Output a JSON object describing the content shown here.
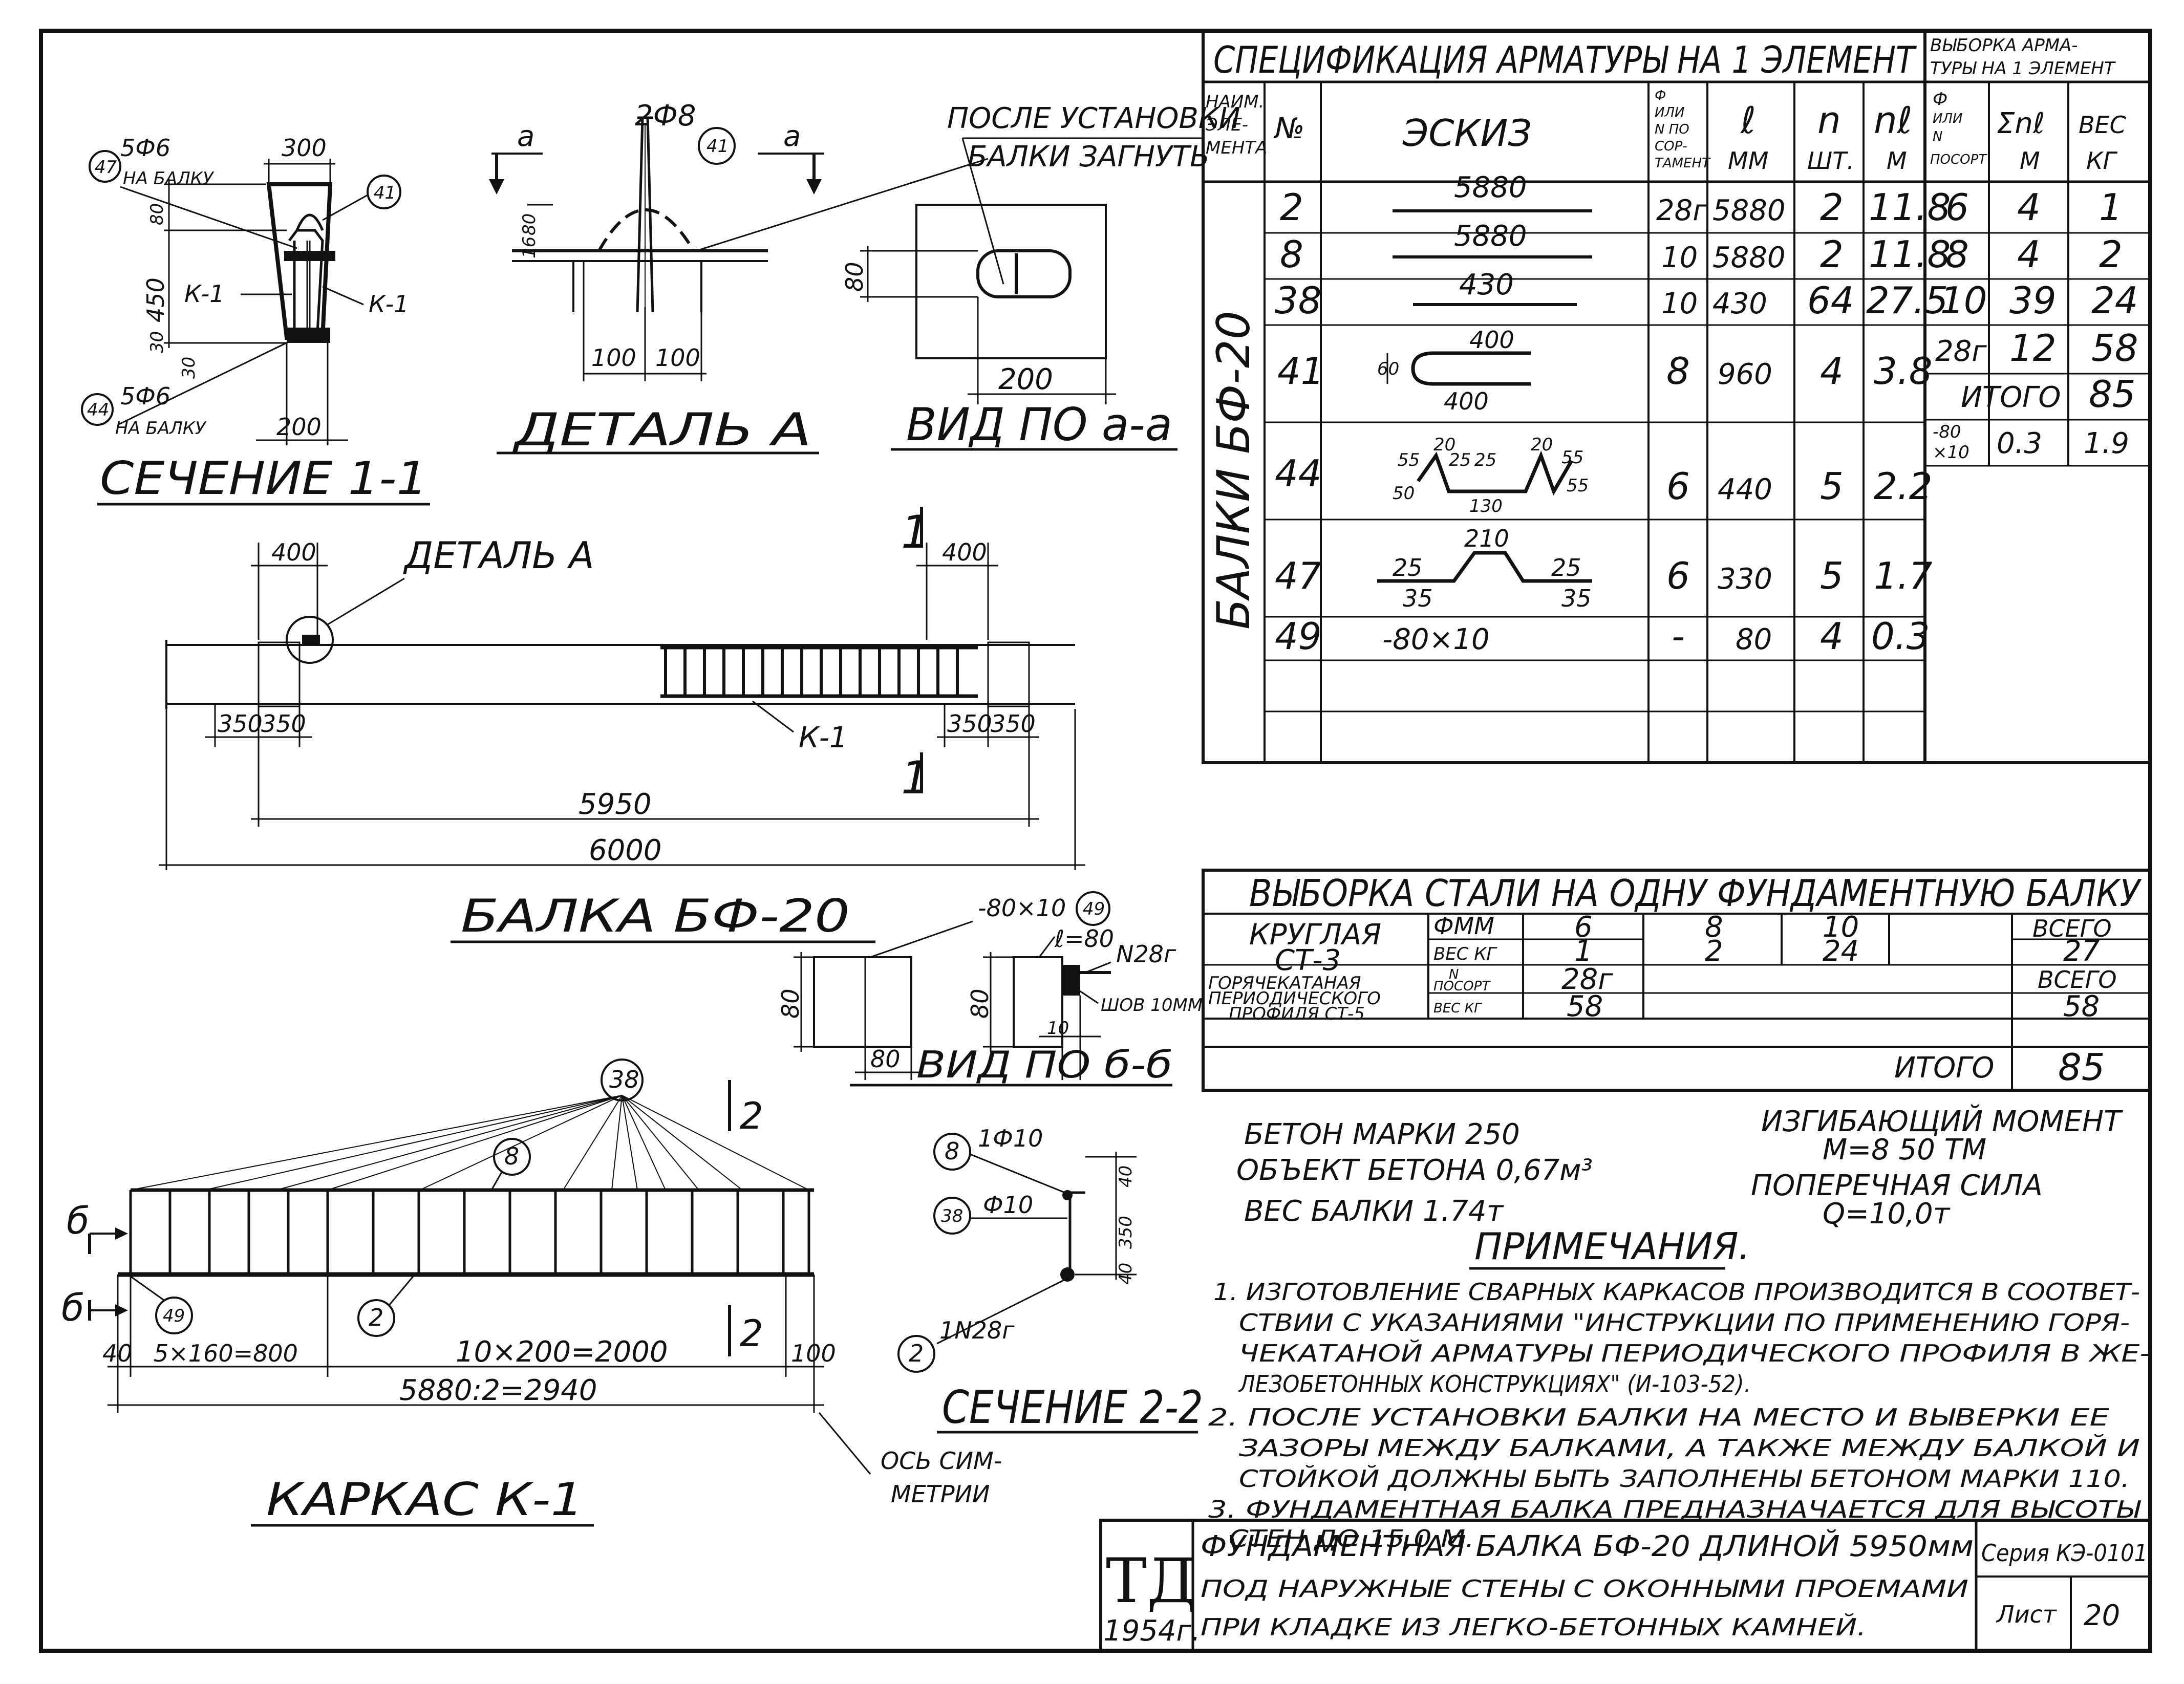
{
  "title_block": {
    "logo": "ТД",
    "year": "1954г.",
    "title_line1": "ФУНДАМЕНТНАЯ БАЛКА БФ-20 ДЛИНОЙ 5950мм",
    "title_line2": "ПОД НАРУЖНЫЕ СТЕНЫ С ОКОННЫМИ ПРОЕМАМИ",
    "title_line3": "ПРИ КЛАДКЕ ИЗ ЛЕГКО-БЕТОННЫХ КАМНЕЙ.",
    "series_label": "Серия КЭ-0101",
    "sheet_label": "Лист",
    "sheet_number": "20"
  },
  "spec_table": {
    "title": "СПЕЦИФИКАЦИЯ АРМАТУРЫ НА 1 ЭЛЕМЕНТ",
    "headers": {
      "element": [
        "НАИМ.",
        "ЭЛЕ-",
        "МЕНТА"
      ],
      "number": "№",
      "sketch": "ЭСКИЗ",
      "diameter": [
        "Ф",
        "ИЛИ",
        "N ПО",
        "СОР-",
        "ТАМЕНТ"
      ],
      "length": [
        "ℓ",
        "ММ"
      ],
      "count": [
        "n",
        "ШТ."
      ],
      "total_length": [
        "nℓ",
        "М"
      ]
    },
    "element_name": "БАЛКИ БФ-20",
    "rows": [
      {
        "no": "2",
        "sketch": "5880",
        "dia": "28г",
        "len": "5880",
        "n": "2",
        "nl": "11.8"
      },
      {
        "no": "8",
        "sketch": "5880",
        "dia": "10",
        "len": "5880",
        "n": "2",
        "nl": "11.8"
      },
      {
        "no": "38",
        "sketch": "430",
        "dia": "10",
        "len": "430",
        "n": "64",
        "nl": "27.5"
      },
      {
        "no": "41",
        "sketch": "60 400 400",
        "dia": "8",
        "len": "960",
        "n": "4",
        "nl": "3.8"
      },
      {
        "no": "44",
        "sketch": "55 20 25 25 20 55 50 130 55",
        "dia": "6",
        "len": "440",
        "n": "5",
        "nl": "2.2"
      },
      {
        "no": "47",
        "sketch": "210 25 25 35 35",
        "dia": "6",
        "len": "330",
        "n": "5",
        "nl": "1.7"
      },
      {
        "no": "49",
        "sketch": "-80×10",
        "dia": "-",
        "len": "80",
        "n": "4",
        "nl": "0.3"
      }
    ]
  },
  "selection_table": {
    "title": [
      "ВЫБОРКА АРМА-",
      "ТУРЫ НА 1 ЭЛЕМЕНТ"
    ],
    "headers": {
      "dia": [
        "Ф",
        "ИЛИ",
        "N",
        "ПОСОРТ"
      ],
      "sum": [
        "Σnℓ",
        "М"
      ],
      "weight": [
        "ВЕС",
        "КГ"
      ]
    },
    "rows": [
      {
        "dia": "6",
        "sum": "4",
        "weight": "1"
      },
      {
        "dia": "8",
        "sum": "4",
        "weight": "2"
      },
      {
        "dia": "10",
        "sum": "39",
        "weight": "24"
      },
      {
        "dia": "28г",
        "sum": "12",
        "weight": "58"
      }
    ],
    "total_label": "ИТОГО",
    "total": "85",
    "plate_dia": [
      "-80",
      "×10"
    ],
    "plate_sum": "0.3",
    "plate_weight": "1.9"
  },
  "steel_table": {
    "title": "ВЫБОРКА СТАЛИ НА ОДНУ ФУНДАМЕНТНУЮ БАЛКУ",
    "round_label": [
      "КРУГЛАЯ",
      "СТ-3"
    ],
    "dia_label": "ФММ",
    "weight_label": "ВЕС КГ",
    "dia_values": [
      "6",
      "8",
      "10"
    ],
    "weight_values": [
      "1",
      "2",
      "24"
    ],
    "total_label": "ВСЕГО",
    "round_total": "27",
    "hot_label": [
      "ГОРЯЧЕКАТАНАЯ",
      "ПЕРИОДИЧЕСКОГО",
      "ПРОФИЛЯ СТ-5"
    ],
    "sort_label": [
      "N",
      "ПОСОРТ"
    ],
    "hot_weight_label": "ВЕС КГ",
    "hot_sort": "28г",
    "hot_weight": "58",
    "hot_total_label": "ВСЕГО",
    "hot_total": "58",
    "grand_total_label": "ИТОГО",
    "grand_total": "85"
  },
  "properties": {
    "concrete": "БЕТОН МАРКИ 250",
    "volume": "ОБЪЕКТ БЕТОНА 0,67м³",
    "weight": "ВЕС БАЛКИ 1.74т",
    "moment_label": "ИЗГИБАЮЩИЙ МОМЕНТ",
    "moment": "М=8 50 ТМ",
    "shear_label": "ПОПЕРЕЧНАЯ СИЛА",
    "shear": "Q=10,0т"
  },
  "notes": {
    "heading": "ПРИМЕЧАНИЯ.",
    "lines": [
      "1. ИЗГОТОВЛЕНИЕ СВАРНЫХ КАРКАСОВ ПРОИЗВОДИТСЯ В СООТВЕТ-",
      "СТВИИ С УКАЗАНИЯМИ \"ИНСТРУКЦИИ ПО ПРИМЕНЕНИЮ ГОРЯ-",
      "ЧЕКАТАНОЙ АРМАТУРЫ ПЕРИОДИЧЕСКОГО ПРОФИЛЯ В ЖЕ-",
      "ЛЕЗОБЕТОННЫХ КОНСТРУКЦИЯХ\" (И-103-52).",
      "2. ПОСЛЕ УСТАНОВКИ БАЛКИ НА МЕСТО И ВЫВЕРКИ ЕЕ",
      "ЗАЗОРЫ МЕЖДУ БАЛКАМИ, А ТАКЖЕ МЕЖДУ БАЛКОЙ И",
      "СТОЙКОЙ ДОЛЖНЫ БЫТЬ ЗАПОЛНЕНЫ БЕТОНОМ МАРКИ 110.",
      "3. ФУНДАМЕНТНАЯ БАЛКА ПРЕДНАЗНАЧАЕТСЯ ДЛЯ ВЫСОТЫ",
      "СТЕН ДО 15,0 М."
    ]
  },
  "section_11": {
    "title": "СЕЧЕНИЕ 1-1",
    "dim_top": "300",
    "dim_bottom": "200",
    "dim_height": "450",
    "dim_80": "80",
    "dim_30": "30",
    "dim_30b": "30",
    "label_k1_left": "К-1",
    "label_k1_right": "К-1",
    "callout_top_num": "47",
    "callout_top_text": [
      "5Ф6",
      "НА БАЛКУ"
    ],
    "callout_bot_num": "44",
    "callout_bot_text": [
      "5Ф6",
      "НА БАЛКУ"
    ],
    "callout_right_num": "41"
  },
  "detail_a": {
    "title": "ДЕТАЛЬ А",
    "bar_label": "2Ф8",
    "bar_num": "41",
    "cut_left": "а",
    "cut_right": "а",
    "dim_80": "80",
    "dim_16": "16",
    "dim_100a": "100",
    "dim_100b": "100",
    "note": [
      "ПОСЛЕ УСТАНОВКИ",
      "БАЛКИ ЗАГНУТЬ"
    ]
  },
  "view_aa": {
    "title": "ВИД ПО а-а",
    "dim_80": "80",
    "dim_200": "200"
  },
  "beam": {
    "title": "БАЛКА БФ-20",
    "detail_label": "ДЕТАЛЬ А",
    "dim_400_left": "400",
    "dim_400_right": "400",
    "dim_350": [
      "350",
      "350",
      "350",
      "350"
    ],
    "dim_5950": "5950",
    "dim_6000": "6000",
    "frame_label": "К-1",
    "section_mark": "1"
  },
  "view_bb": {
    "title": "ВИД ПО б-б",
    "plate": "-80×10",
    "plate_num": "49",
    "plate_len": "ℓ=80",
    "bar": "N28г",
    "weld": "ШОВ 10ММ",
    "dim_80a": "80",
    "dim_80b": "80",
    "dim_80c": "80",
    "dim_10": "10"
  },
  "frame_k1": {
    "title": "КАРКАС К-1",
    "bars_num": "38",
    "top_num": "8",
    "bottom_num": "2",
    "plate_num": "49",
    "cut_mark": "б",
    "section_mark": "2",
    "dim_40": "40",
    "dim_800": "5×160=800",
    "dim_2000": "10×200=2000",
    "dim_100": "100",
    "dim_total": "5880:2=2940",
    "axis": [
      "ОСЬ СИМ-",
      "МЕТРИИ"
    ]
  },
  "section_22": {
    "title": "СЕЧЕНИЕ 2-2",
    "top_num": "8",
    "top_label": "1Ф10",
    "mid_num": "38",
    "mid_label": "Ф10",
    "bot_num": "2",
    "bot_label": "1N28г",
    "dim_40a": "40",
    "dim_350": "350",
    "dim_40b": "40"
  }
}
